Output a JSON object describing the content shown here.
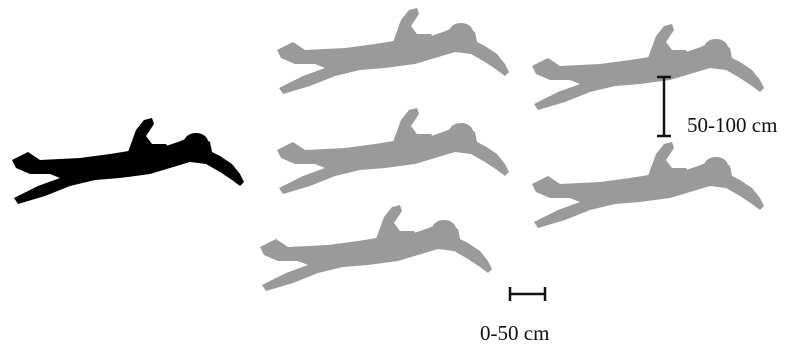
{
  "colors": {
    "lead_swimmer": "#000000",
    "drafting_swimmer": "#9a9a9a",
    "measure_bar": "#111111",
    "background": "#ffffff"
  },
  "figures": {
    "lead_swimmer": {
      "name": "lead-swimmer-icon",
      "count": 1
    },
    "drafting_swimmers": {
      "name": "drafting-swimmer-icon",
      "count": 5
    }
  },
  "labels": {
    "vertical_distance": "50-100 cm",
    "horizontal_distance": "0-50 cm"
  }
}
